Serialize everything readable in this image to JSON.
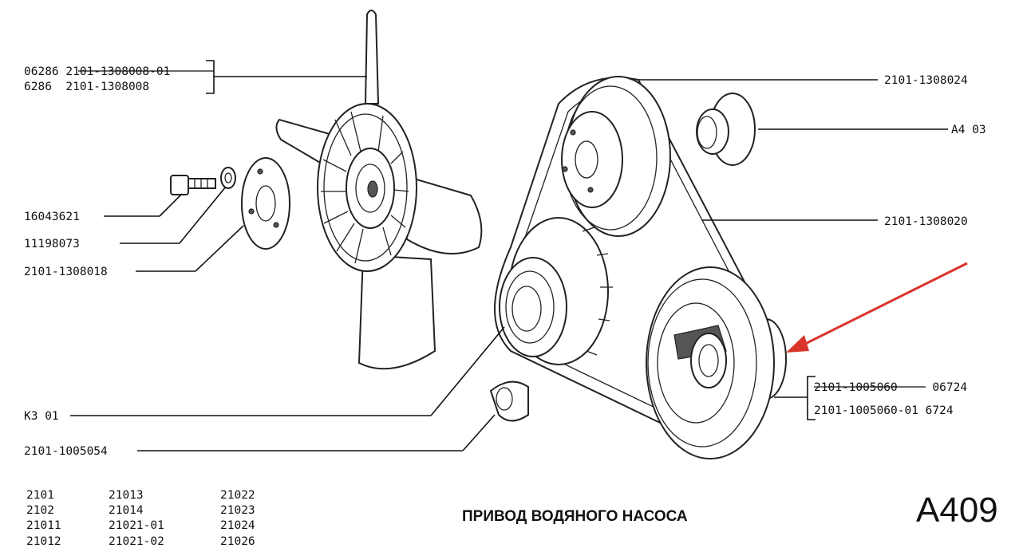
{
  "callouts": {
    "fan_old": "06286 2101-1308008-01",
    "fan_new": "6286  2101-1308008",
    "pulley_top": "2101-1308024",
    "hub": "А4 03",
    "belt": "2101-1308020",
    "bolt": "16043621",
    "washer": "11198073",
    "flange": "2101-1308018",
    "generator": "К3 01",
    "bracket": "2101-1005054",
    "crank_old": "2101-1005060     06724",
    "crank_new": "2101-1005060-01 6724"
  },
  "models": {
    "col1": [
      "2101",
      "2102",
      "21011",
      "21012"
    ],
    "col2": [
      "21013",
      "21014",
      "21021-01",
      "21021-02"
    ],
    "col3": [
      "21022",
      "21023",
      "21024",
      "21026"
    ]
  },
  "title": "ПРИВОД ВОДЯНОГО НАСОСА",
  "code": "А409",
  "colors": {
    "arrow": "#d9352b",
    "ink": "#111111"
  }
}
